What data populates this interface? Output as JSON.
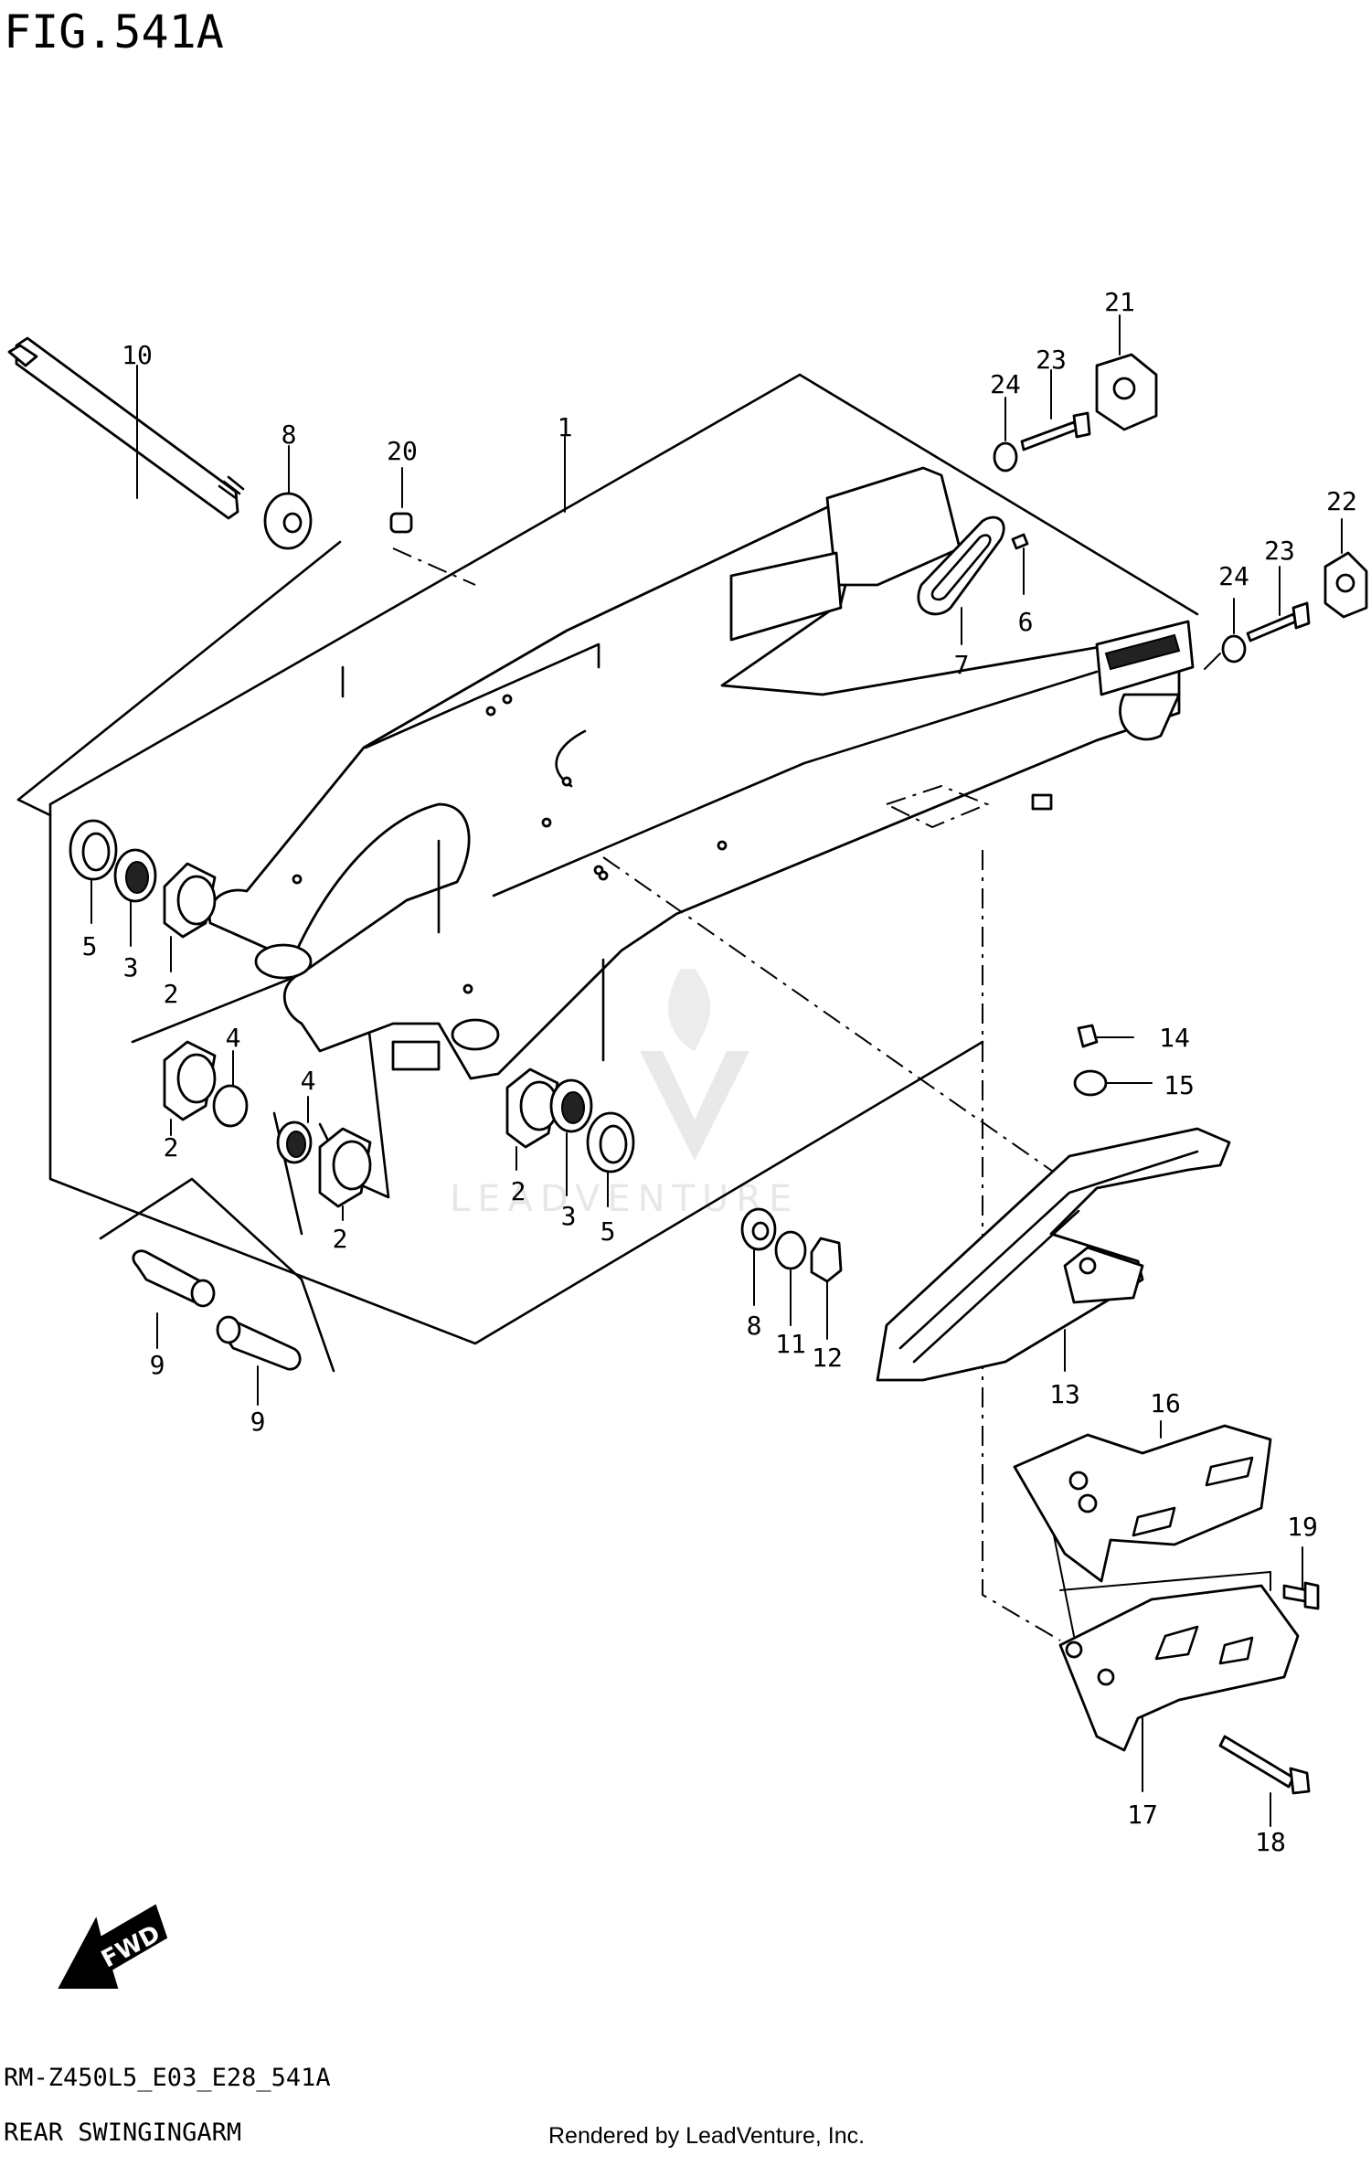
{
  "figure": {
    "title": "FIG.541A",
    "model_code": "RM-Z450L5_E03_E28_541A",
    "name": "REAR SWINGINGARM",
    "render_credit": "Rendered by LeadVenture, Inc.",
    "watermark": "LEADVENTURE",
    "fwd_label": "FWD"
  },
  "callouts": [
    "1",
    "2",
    "2",
    "2",
    "2",
    "3",
    "3",
    "4",
    "4",
    "5",
    "5",
    "6",
    "7",
    "8",
    "8",
    "9",
    "9",
    "10",
    "11",
    "12",
    "13",
    "14",
    "15",
    "16",
    "17",
    "18",
    "19",
    "20",
    "21",
    "22",
    "23",
    "23",
    "24",
    "24"
  ]
}
